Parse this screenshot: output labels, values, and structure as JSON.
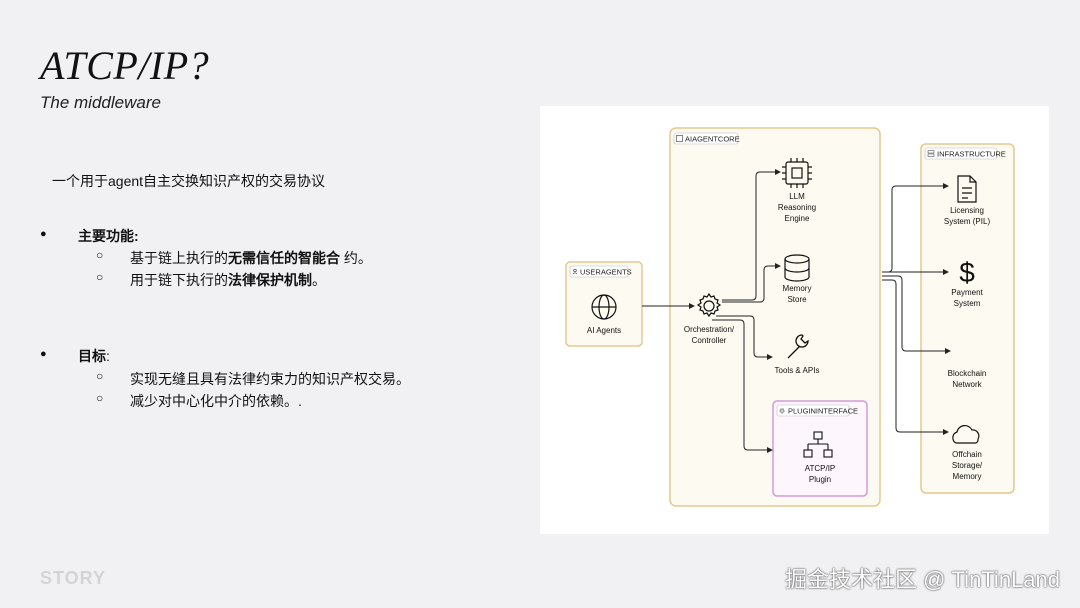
{
  "slide": {
    "title": "ATCP/IP?",
    "subtitle": "The middleware",
    "description": "一个用于agent自主交换知识产权的交易协议",
    "bullets": [
      {
        "label_bold": "主要功能",
        "label_rest": ":",
        "items": [
          {
            "prefix": "基于链上执行的",
            "bold": "无需信任的智能合",
            "suffix": " 约。"
          },
          {
            "prefix": "用于链下执行的",
            "bold": "法律保护机制",
            "suffix": "。"
          }
        ]
      },
      {
        "label_bold": "目标",
        "label_rest": ":",
        "items": [
          {
            "prefix": "实现无缝且具有法律约束力的知识产权交易。",
            "bold": "",
            "suffix": ""
          },
          {
            "prefix": "减少对中心化中介的依赖。.",
            "bold": "",
            "suffix": ""
          }
        ]
      }
    ],
    "bullet_symbol": "●",
    "sub_symbol": "○",
    "footer_logo": "STORY",
    "watermark": "掘金技术社区 @ TinTinLand"
  },
  "diagram": {
    "user_agents": {
      "header": "USERAGENTS",
      "node": "AI Agents"
    },
    "core": {
      "header": "AIAGENTCORE",
      "orchestrator": [
        "Orchestration/",
        "Controller"
      ],
      "llm": [
        "LLM",
        "Reasoning",
        "Engine"
      ],
      "memory": [
        "Memory",
        "Store"
      ],
      "tools": [
        "Tools & APIs"
      ],
      "plugin_header": "PLUGININTERFACE",
      "plugin": [
        "ATCP/IP",
        "Plugin"
      ]
    },
    "infrastructure": {
      "header": "INFRASTRUCTURE",
      "licensing": [
        "Licensing",
        "System (PIL)"
      ],
      "payment": [
        "Payment",
        "System"
      ],
      "blockchain": [
        "Blockchain",
        "Network"
      ],
      "offchain": [
        "Offchain",
        "Storage/",
        "Memory"
      ]
    },
    "colors": {
      "box_border": "#e3c98f",
      "box_fill": "#fdfaf1",
      "plugin_border": "#d59ad9",
      "plugin_fill": "#fdf7fd"
    }
  }
}
